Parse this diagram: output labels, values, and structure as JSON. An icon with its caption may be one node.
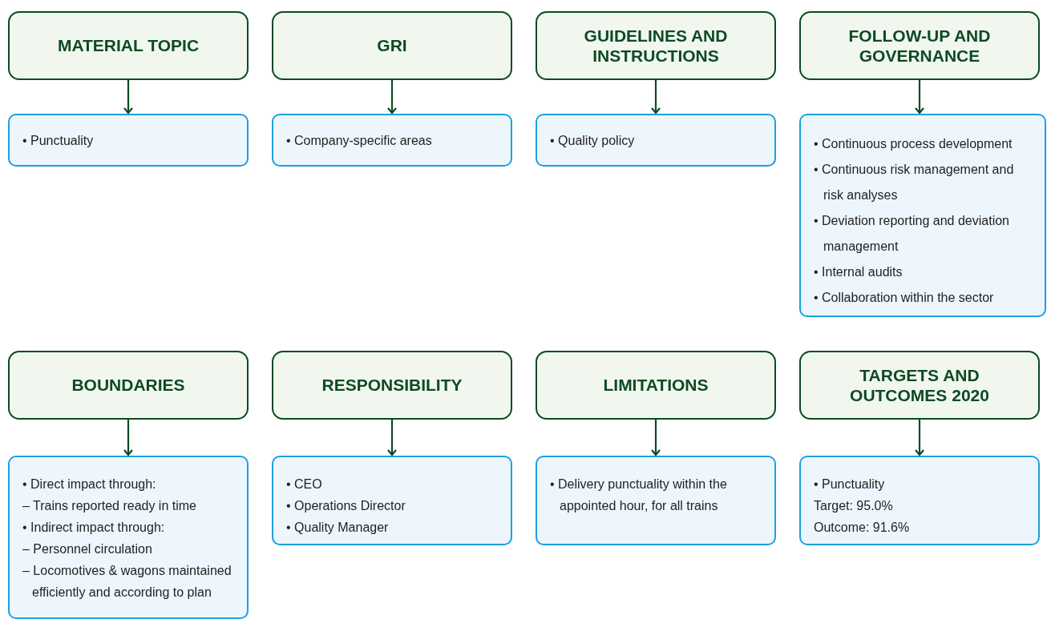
{
  "diagram": {
    "nodes": [
      {
        "text": [
          "MATERIAL TOPIC"
        ]
      },
      {
        "text": [
          "GRI"
        ]
      },
      {
        "text": [
          "GUIDELINES AND INSTRUCTIONS"
        ]
      },
      {
        "text": [
          "FOLLOW-UP AND GOVERNANCE"
        ]
      },
      {
        "text": [
          "• Punctuality"
        ]
      },
      {
        "text": [
          "• Company-specific areas"
        ]
      },
      {
        "text": [
          "• Quality policy"
        ]
      },
      {
        "text": [
          "• Continuous process development",
          "• Continuous risk management and risk analyses",
          "• Deviation reporting and deviation management",
          "• Internal audits",
          "• Collaboration within the sector"
        ]
      },
      {
        "text": [
          "BOUNDARIES"
        ]
      },
      {
        "text": [
          "RESPONSIBILITY"
        ]
      },
      {
        "text": [
          "LIMITATIONS"
        ]
      },
      {
        "text": [
          "TARGETS AND OUTCOMES 2020"
        ]
      },
      {
        "text": [
          "• Direct impact through:",
          "– Trains reported ready in time",
          "• Indirect impact through:",
          "– Personnel circulation",
          "– Locomotives & wagons maintained efficiently and according to plan"
        ]
      },
      {
        "text": [
          "• CEO",
          "• Operations Director",
          "• Quality Manager"
        ]
      },
      {
        "text": [
          "• Delivery punctuality within the appointed hour, for all trains"
        ]
      },
      {
        "text": [
          "• Punctuality",
          "Target: 95.0%",
          "Outcome: 91.6%"
        ]
      }
    ],
    "edges": [
      {
        "from": 0,
        "to": 4,
        "arrow": "to"
      },
      {
        "from": 1,
        "to": 5,
        "arrow": "to"
      },
      {
        "from": 2,
        "to": 6,
        "arrow": "to"
      },
      {
        "from": 3,
        "to": 7,
        "arrow": "to"
      },
      {
        "from": 8,
        "to": 12,
        "arrow": "to"
      },
      {
        "from": 9,
        "to": 13,
        "arrow": "to"
      },
      {
        "from": 10,
        "to": 14,
        "arrow": "to"
      },
      {
        "from": 11,
        "to": 15,
        "arrow": "to"
      }
    ]
  }
}
